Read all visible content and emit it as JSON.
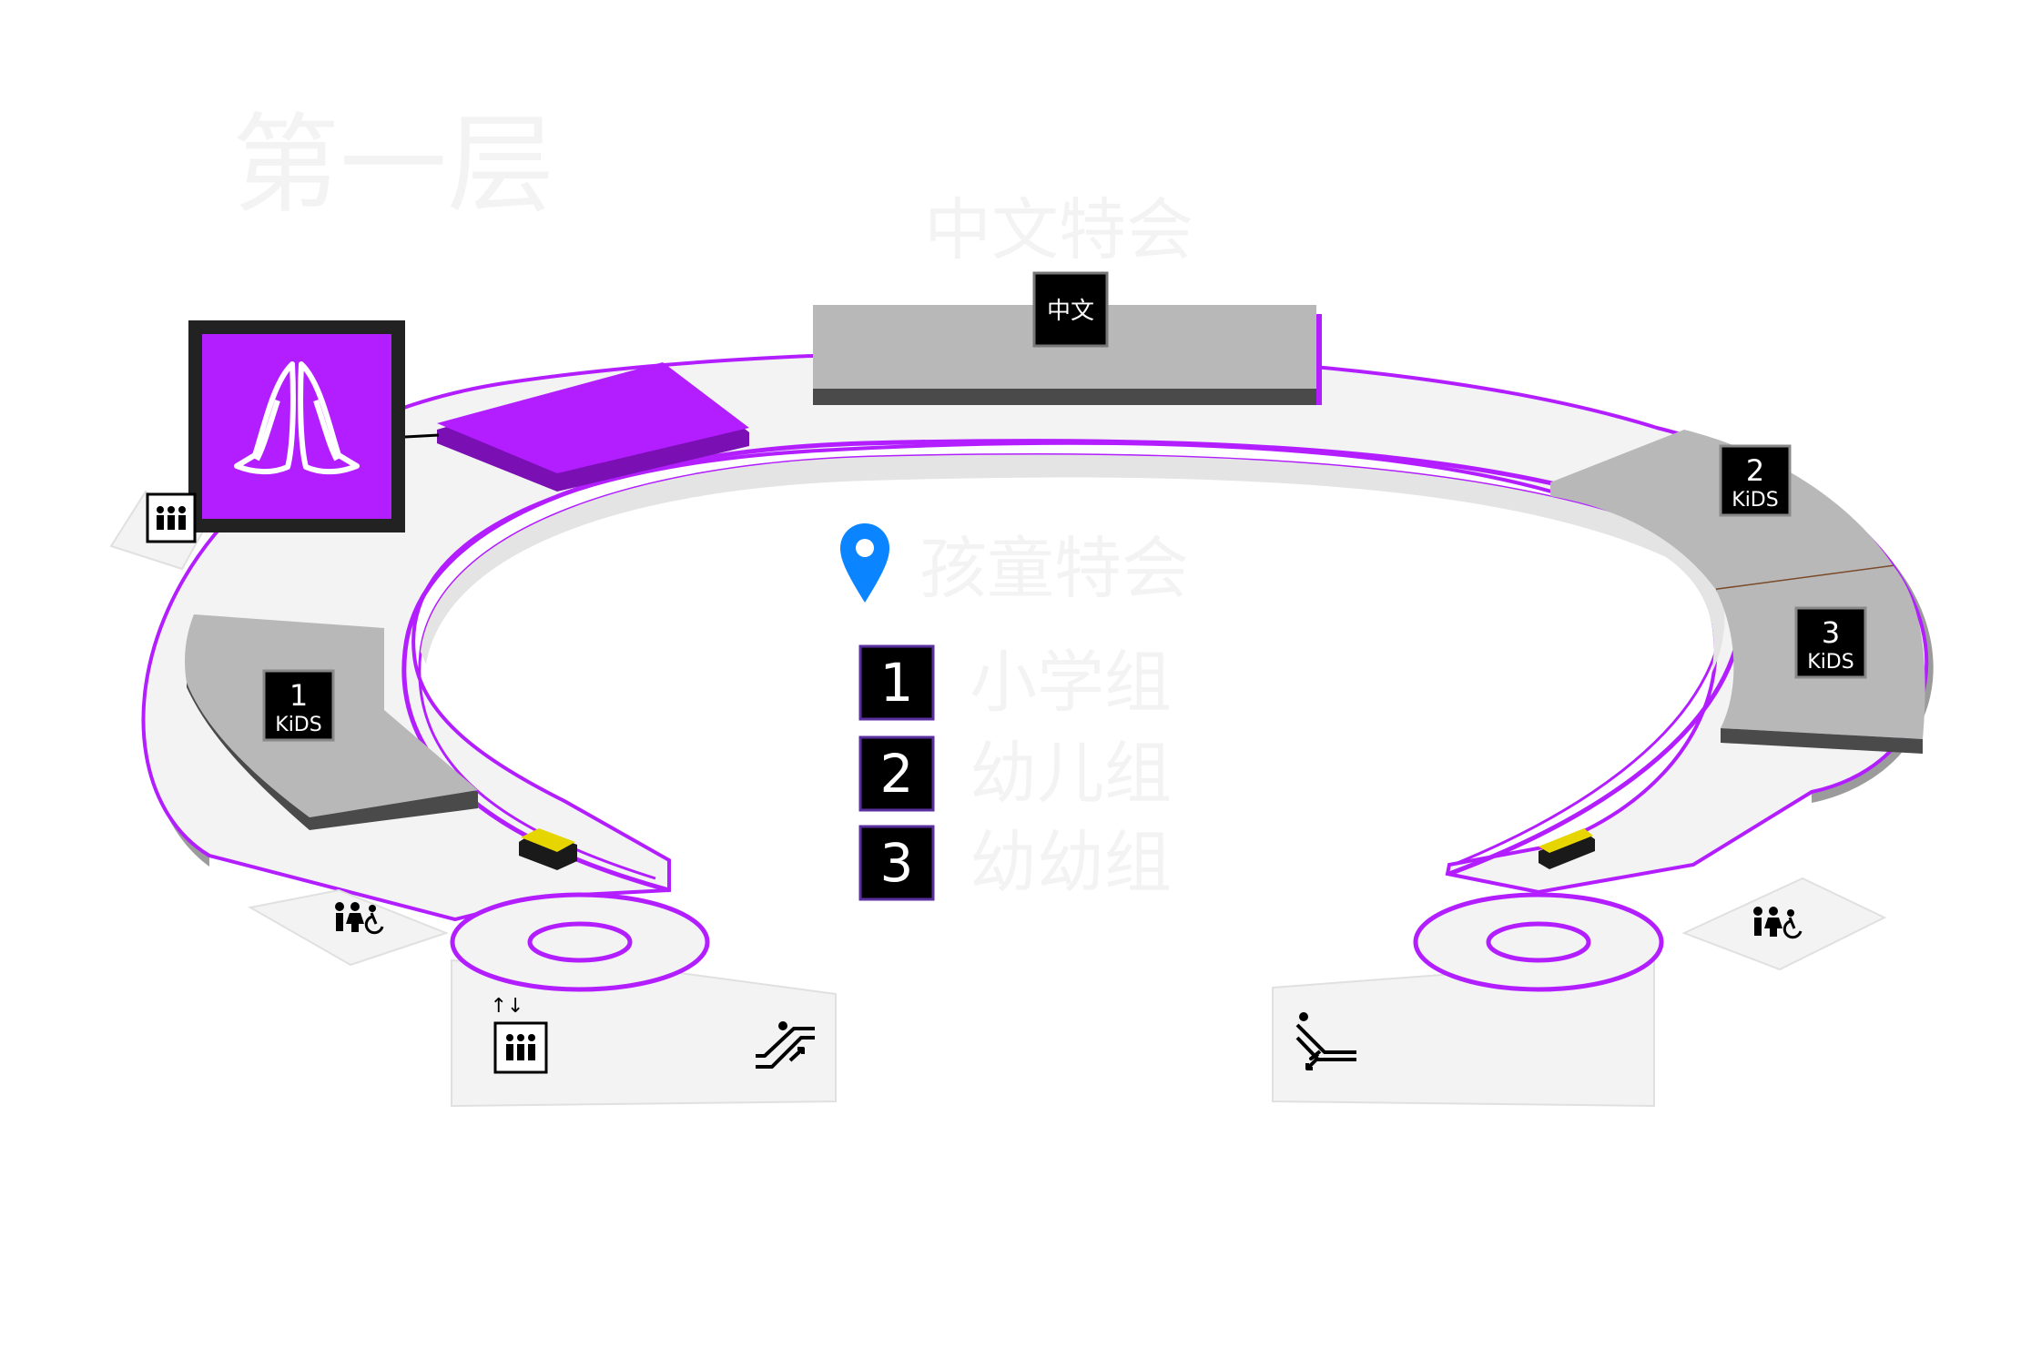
{
  "floor_title": "第一层",
  "zone_title": "中文特会",
  "chinese_badge": "中文",
  "location_label": "孩童特会",
  "kids": {
    "room1": {
      "num": "1",
      "label": "KiDS"
    },
    "room2": {
      "num": "2",
      "label": "KiDS"
    },
    "room3": {
      "num": "3",
      "label": "KiDS"
    }
  },
  "legend": [
    {
      "num": "1",
      "label": "小学组"
    },
    {
      "num": "2",
      "label": "幼儿组"
    },
    {
      "num": "3",
      "label": "幼幼组"
    }
  ],
  "colors": {
    "accent": "#b21eff",
    "location_pin": "#0a84ff",
    "room": "#b8b8b8",
    "floor": "#f2f3f2"
  },
  "icons": [
    "praying-hands-icon",
    "elevator-icon",
    "restroom-icon",
    "escalator-up-icon",
    "escalator-down-icon",
    "location-pin-icon"
  ]
}
